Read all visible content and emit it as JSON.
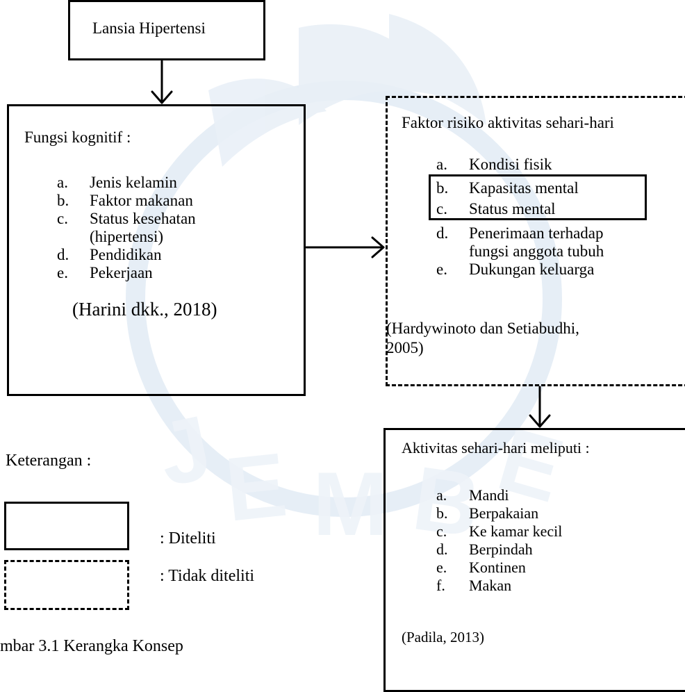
{
  "top_box": {
    "label": "Lansia Hipertensi"
  },
  "cognitive": {
    "title": "Fungsi kognitif :",
    "items": [
      {
        "marker": "a.",
        "text": "Jenis kelamin"
      },
      {
        "marker": "b.",
        "text": "Faktor makanan"
      },
      {
        "marker": "c.",
        "text": "Status kesehatan"
      },
      {
        "marker": "",
        "text": "(hipertensi)"
      },
      {
        "marker": "d.",
        "text": "Pendidikan"
      },
      {
        "marker": "e.",
        "text": "Pekerjaan"
      }
    ],
    "source": "(Harini dkk., 2018)"
  },
  "risk": {
    "title": "Faktor risiko aktivitas sehari-hari",
    "items": [
      {
        "marker": "a.",
        "text": "Kondisi fisik"
      },
      {
        "marker": "b.",
        "text": "Kapasitas mental"
      },
      {
        "marker": "c.",
        "text": "Status mental"
      },
      {
        "marker": "d.",
        "text": "Penerimaan terhadap"
      },
      {
        "marker": "",
        "text": "fungsi anggota tubuh"
      },
      {
        "marker": "e.",
        "text": "Dukungan keluarga"
      }
    ],
    "source_line1": "(Hardywinoto dan Setiabudhi,",
    "source_line2": "2005)"
  },
  "daily": {
    "title": "Aktivitas sehari-hari meliputi :",
    "items": [
      {
        "marker": "a.",
        "text": "Mandi"
      },
      {
        "marker": "b.",
        "text": "Berpakaian"
      },
      {
        "marker": "c.",
        "text": "Ke kamar kecil"
      },
      {
        "marker": "d.",
        "text": "Berpindah"
      },
      {
        "marker": "e.",
        "text": "Kontinen"
      },
      {
        "marker": "f.",
        "text": "Makan"
      }
    ],
    "source": "(Padila, 2013)"
  },
  "legend": {
    "title": "Keterangan :",
    "solid_label": ": Diteliti",
    "dashed_label": ": Tidak diteliti"
  },
  "caption": "mbar 3.1 Kerangka Konsep",
  "watermark_color": "#dfe9f3"
}
